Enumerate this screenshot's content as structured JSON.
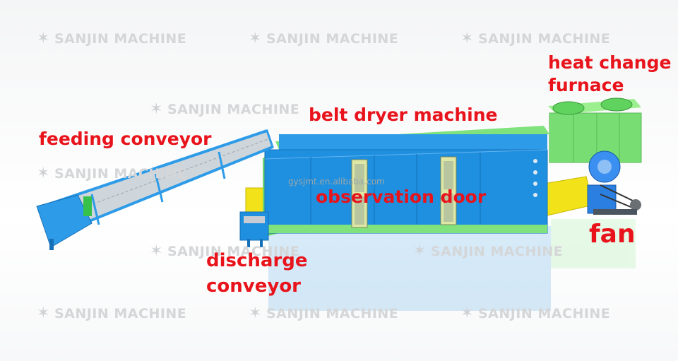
{
  "labels": {
    "feeding_conveyor": "feeding conveyor",
    "belt_dryer_machine": "belt dryer machine",
    "heat_change_line1": "heat change",
    "heat_change_line2": "furnace",
    "observation_door": "observation door",
    "fan": "fan",
    "discharge_line1": "discharge",
    "discharge_line2": "conveyor"
  },
  "watermark": {
    "brand": "SANJIN MACHINE",
    "site": "gysjmt.en.alibaba.com"
  },
  "colors": {
    "label_red": "#e8131b",
    "dryer_blue": "#1f8fe0",
    "body_green": "#7fe27d",
    "conveyor_blue": "#2d9be8",
    "support_yellow": "#f2e21a",
    "fan_blue": "#2b7fe0"
  }
}
